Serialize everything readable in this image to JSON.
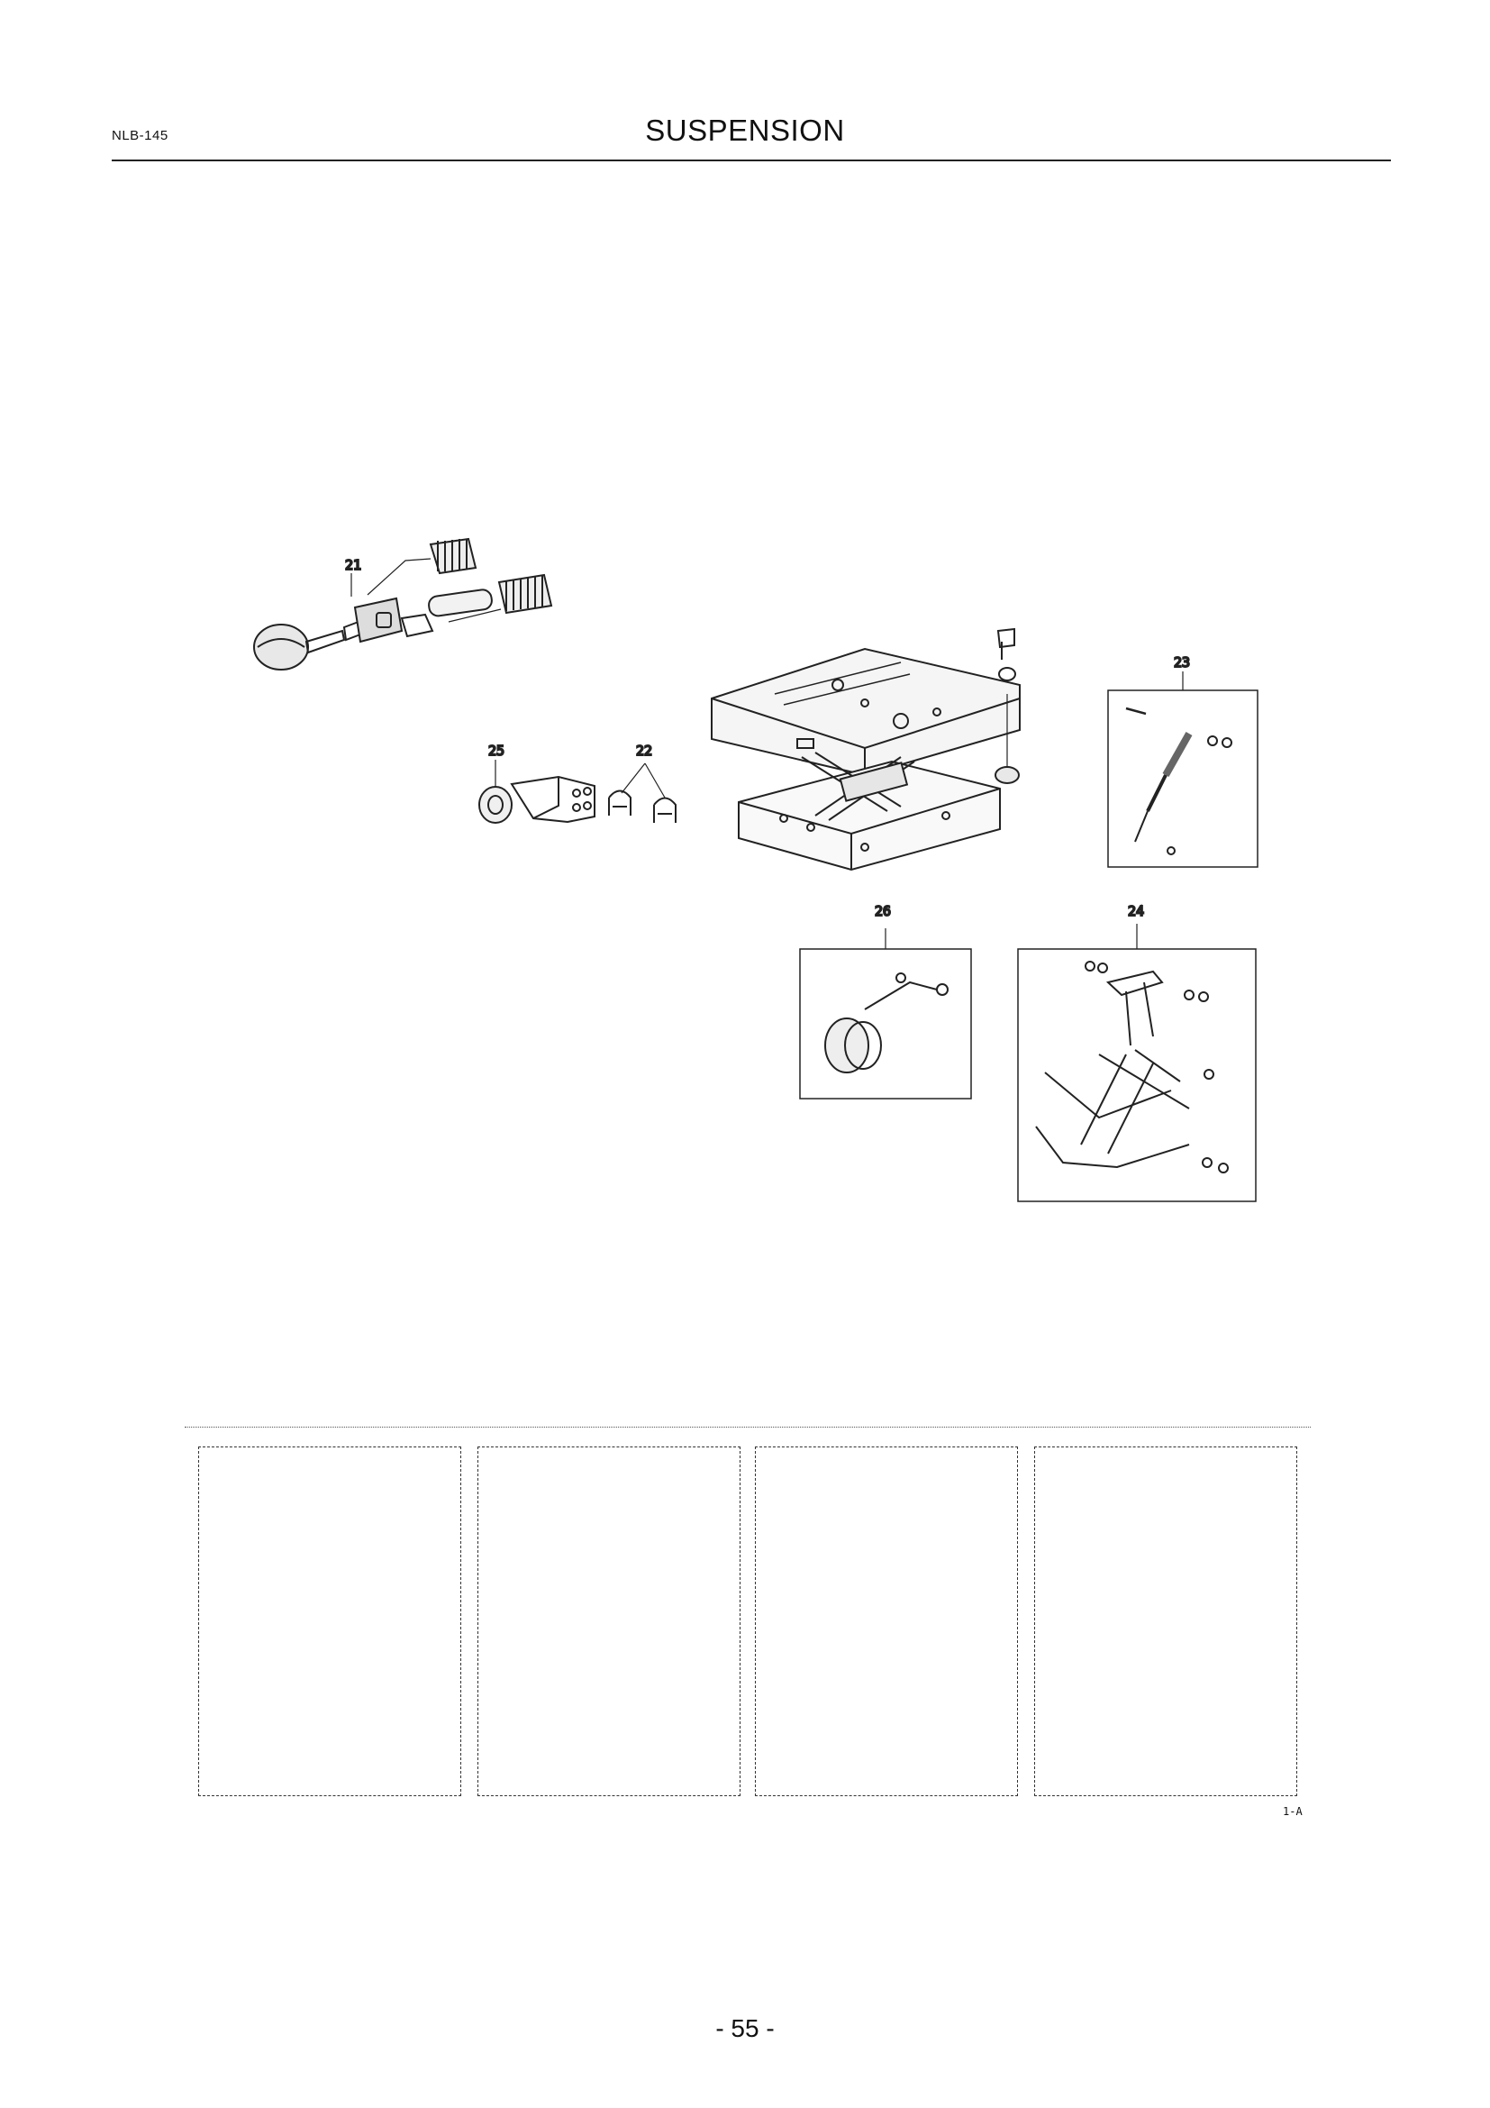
{
  "header": {
    "doc_code": "NLB-145",
    "title": "SUSPENSION"
  },
  "callouts": {
    "c21": "21",
    "c22": "22",
    "c23": "23",
    "c24": "24",
    "c25": "25",
    "c26": "26"
  },
  "footer": {
    "slot_code": "1-A",
    "page_number": "- 55 -"
  }
}
